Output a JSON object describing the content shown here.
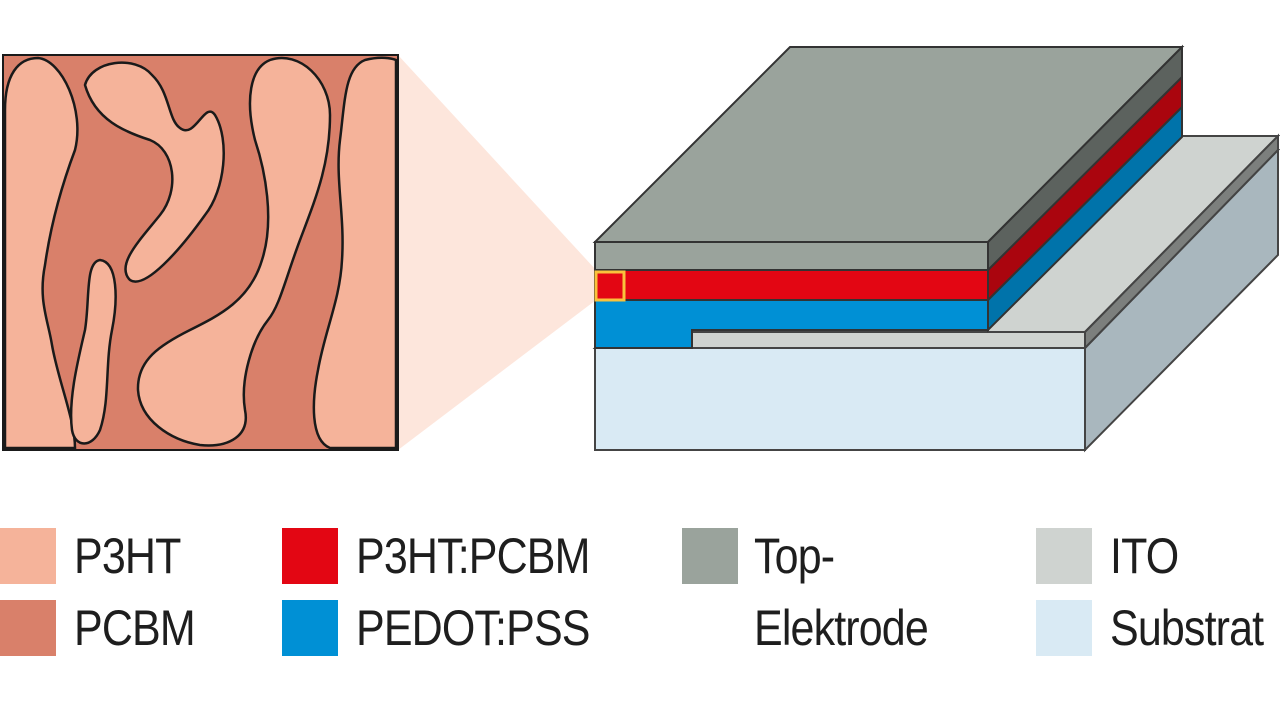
{
  "colors": {
    "p3ht": "#f5b39a",
    "pcbm": "#d9806a",
    "p3ht_pcbm": "#e30613",
    "pedot_pss": "#0090d5",
    "top_electrode": "#9aa39c",
    "ito": "#cfd3d0",
    "substrate": "#d9eaf4",
    "zoom_highlight": "#f9c23c"
  },
  "legend": [
    {
      "id": "p3ht",
      "label": "P3HT",
      "color": "#f5b39a"
    },
    {
      "id": "pcbm",
      "label": "PCBM",
      "color": "#d9806a"
    },
    {
      "id": "p3ht-pcbm",
      "label": "P3HT:PCBM",
      "color": "#e30613"
    },
    {
      "id": "pedot-pss",
      "label": "PEDOT:PSS",
      "color": "#0090d5"
    },
    {
      "id": "top-electrode",
      "label": "Top-",
      "label2": "Elektrode",
      "color": "#9aa39c"
    },
    {
      "id": "ito",
      "label": "ITO",
      "color": "#cfd3d0"
    },
    {
      "id": "substrate",
      "label": "Substrat",
      "color": "#d9eaf4"
    }
  ]
}
